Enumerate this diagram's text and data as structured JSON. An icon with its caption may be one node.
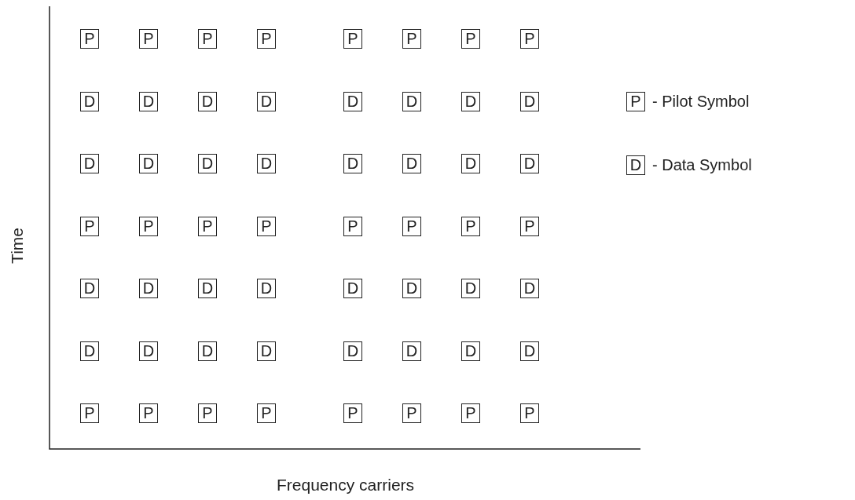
{
  "diagram": {
    "nodes": [
      {
        "text": [
          "P"
        ]
      },
      {
        "text": [
          "P"
        ]
      },
      {
        "text": [
          "P"
        ]
      },
      {
        "text": [
          "P"
        ]
      },
      {
        "text": [
          "P"
        ]
      },
      {
        "text": [
          "P"
        ]
      },
      {
        "text": [
          "P"
        ]
      },
      {
        "text": [
          "P"
        ]
      },
      {
        "text": [
          "D"
        ]
      },
      {
        "text": [
          "D"
        ]
      },
      {
        "text": [
          "D"
        ]
      },
      {
        "text": [
          "D"
        ]
      },
      {
        "text": [
          "D"
        ]
      },
      {
        "text": [
          "D"
        ]
      },
      {
        "text": [
          "D"
        ]
      },
      {
        "text": [
          "D"
        ]
      },
      {
        "text": [
          "D"
        ]
      },
      {
        "text": [
          "D"
        ]
      },
      {
        "text": [
          "D"
        ]
      },
      {
        "text": [
          "D"
        ]
      },
      {
        "text": [
          "D"
        ]
      },
      {
        "text": [
          "D"
        ]
      },
      {
        "text": [
          "D"
        ]
      },
      {
        "text": [
          "D"
        ]
      },
      {
        "text": [
          "P"
        ]
      },
      {
        "text": [
          "P"
        ]
      },
      {
        "text": [
          "P"
        ]
      },
      {
        "text": [
          "P"
        ]
      },
      {
        "text": [
          "P"
        ]
      },
      {
        "text": [
          "P"
        ]
      },
      {
        "text": [
          "P"
        ]
      },
      {
        "text": [
          "P"
        ]
      },
      {
        "text": [
          "D"
        ]
      },
      {
        "text": [
          "D"
        ]
      },
      {
        "text": [
          "D"
        ]
      },
      {
        "text": [
          "D"
        ]
      },
      {
        "text": [
          "D"
        ]
      },
      {
        "text": [
          "D"
        ]
      },
      {
        "text": [
          "D"
        ]
      },
      {
        "text": [
          "D"
        ]
      },
      {
        "text": [
          "D"
        ]
      },
      {
        "text": [
          "D"
        ]
      },
      {
        "text": [
          "D"
        ]
      },
      {
        "text": [
          "D"
        ]
      },
      {
        "text": [
          "D"
        ]
      },
      {
        "text": [
          "D"
        ]
      },
      {
        "text": [
          "D"
        ]
      },
      {
        "text": [
          "D"
        ]
      },
      {
        "text": [
          "P"
        ]
      },
      {
        "text": [
          "P"
        ]
      },
      {
        "text": [
          "P"
        ]
      },
      {
        "text": [
          "P"
        ]
      },
      {
        "text": [
          "P"
        ]
      },
      {
        "text": [
          "P"
        ]
      },
      {
        "text": [
          "P"
        ]
      },
      {
        "text": [
          "P"
        ]
      },
      {
        "text": [
          "P"
        ],
        "beside": [
          "- Pilot Symbol"
        ]
      },
      {
        "text": [
          "D"
        ],
        "beside": [
          "- Data Symbol"
        ]
      }
    ],
    "edges": [],
    "labels": [
      "Time",
      "Frequency carriers"
    ]
  }
}
